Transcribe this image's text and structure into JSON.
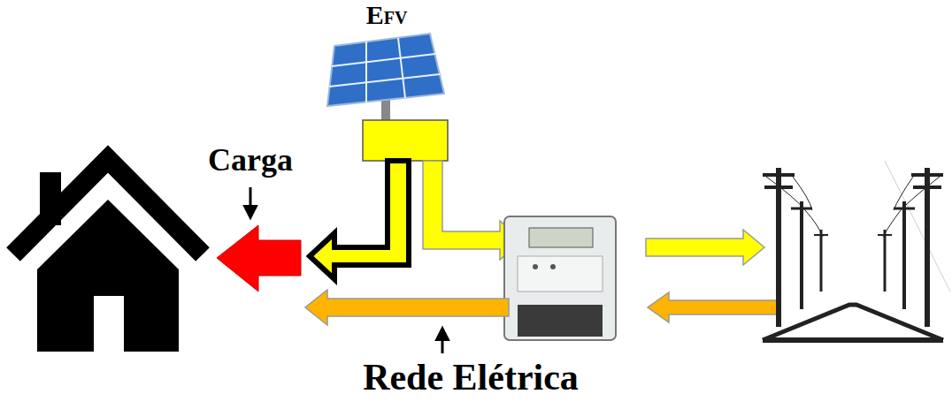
{
  "diagram": {
    "labels": [
      "EFV",
      "Carga",
      "Rede Elétrica"
    ]
  }
}
